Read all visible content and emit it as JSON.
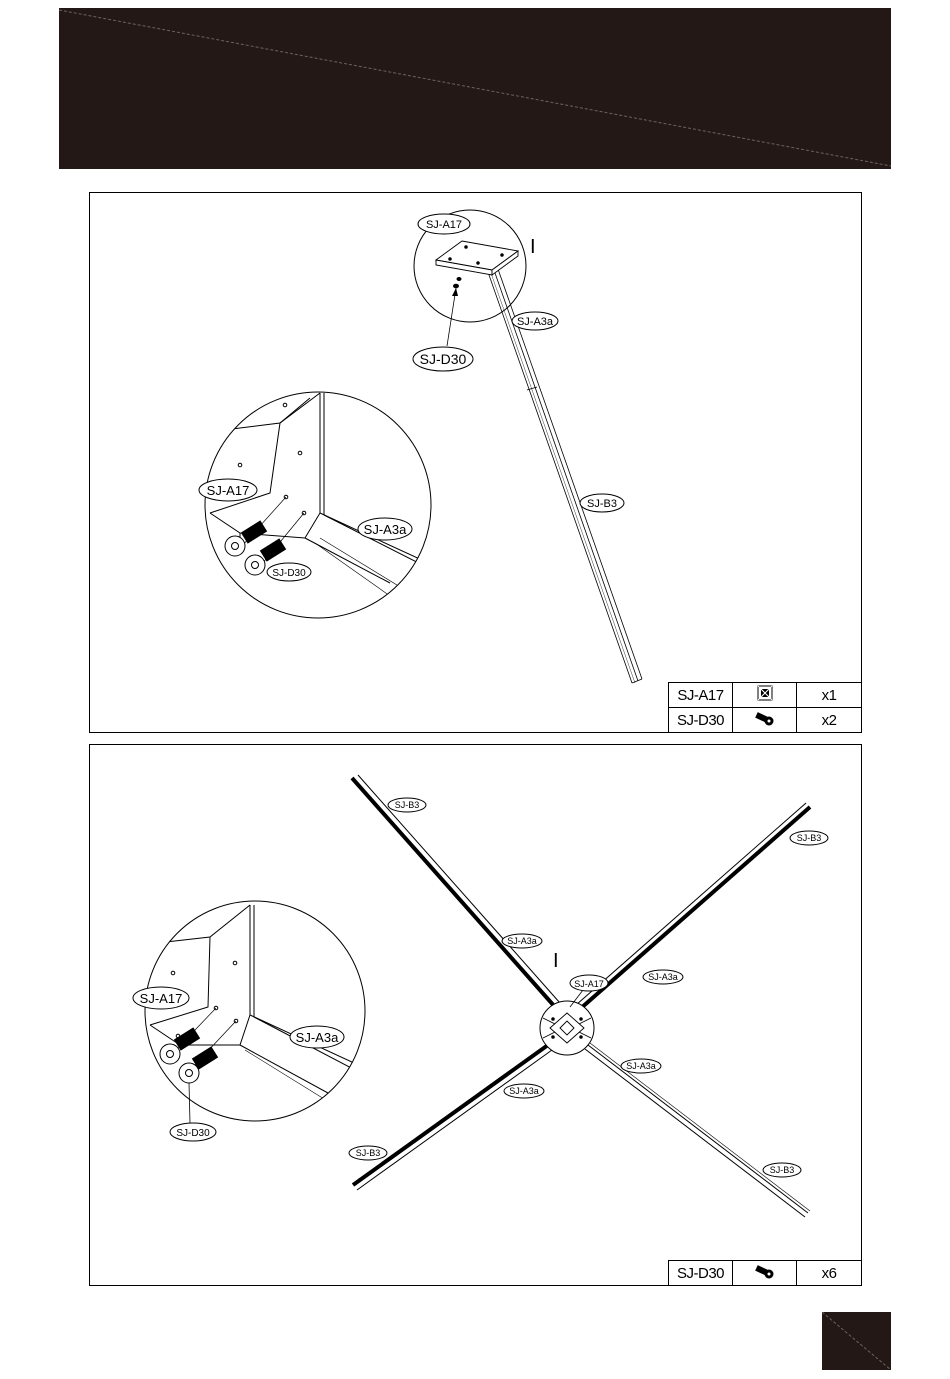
{
  "colors": {
    "header": "#231815",
    "line": "#000000",
    "background": "#ffffff"
  },
  "step1": {
    "labels": {
      "roman": "I",
      "a17_top": "SJ-A17",
      "d30_top": "SJ-D30",
      "a3a": "SJ-A3a",
      "b3": "SJ-B3",
      "a17_detail": "SJ-A17",
      "a3a_detail": "SJ-A3a",
      "d30_detail": "SJ-D30"
    },
    "parts": [
      {
        "code": "SJ-A17",
        "icon": "bracket-plate-icon",
        "qty": "x1"
      },
      {
        "code": "SJ-D30",
        "icon": "bolt-icon",
        "qty": "x2"
      }
    ]
  },
  "step2": {
    "labels": {
      "roman": "I",
      "b3_tl": "SJ-B3",
      "b3_tr": "SJ-B3",
      "b3_bl": "SJ-B3",
      "b3_br": "SJ-B3",
      "a3a_tl": "SJ-A3a",
      "a3a_tr": "SJ-A3a",
      "a3a_bl": "SJ-A3a",
      "a3a_br": "SJ-A3a",
      "a17_center": "SJ-A17",
      "a17_detail": "SJ-A17",
      "a3a_detail": "SJ-A3a",
      "d30_detail": "SJ-D30"
    },
    "parts": [
      {
        "code": "SJ-D30",
        "icon": "bolt-icon",
        "qty": "x6"
      }
    ]
  }
}
